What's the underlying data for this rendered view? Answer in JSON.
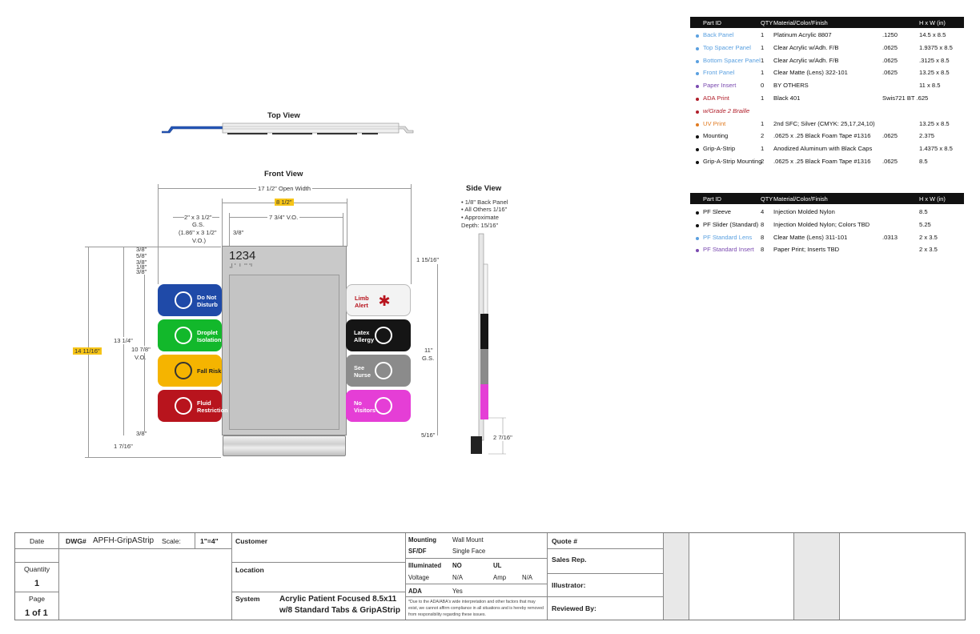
{
  "colors": {
    "blue_tab": "#1f4aa8",
    "green_tab": "#12b82b",
    "yellow_tab": "#f5b400",
    "red_tab": "#b8141d",
    "white_tab": "#f3f3f3",
    "black_tab": "#151515",
    "gray_tab": "#8b8b8b",
    "magenta_tab": "#e53ed6",
    "highlight": "#f6c417",
    "link_blue": "#5aa0e0",
    "link_purple": "#7a4ab0",
    "link_red": "#b01e2a",
    "link_orange": "#e07a20",
    "panel_gray": "#c7c7c7"
  },
  "views": {
    "top_view_title": "Top View",
    "front_view_title": "Front View",
    "side_view_title": "Side View"
  },
  "front_dims": {
    "open_width": "17 1/2\" Open Width",
    "width_8_5": "8 1/2\"",
    "gs_line1": "2\" x 3 1/2\"",
    "gs_line2": "G.S.",
    "gs_line3": "(1.86\" x 3 1/2\"",
    "gs_line4": "V.O.)",
    "vo_width": "7 3/4\" V.O.",
    "three_eighths": "3/8\"",
    "stack_1": "3/8\"",
    "stack_2": "5/8\"",
    "stack_3": "3/8\"",
    "stack_4": "1/8\"",
    "stack_5": "3/8\"",
    "height_13_25": "13 1/4\"",
    "height_10_78": "10 7/8\"",
    "height_vo": "V.O.",
    "height_14_1116": "14 11/16\"",
    "bottom_38": "3/8\"",
    "bottom_1716": "1 7/16\"",
    "right_11516": "1 15/16\"",
    "right_11": "11\"",
    "right_gs": "G.S.",
    "right_516": "5/16\"",
    "room_number": "1234",
    "braille": "⠼⠁⠃⠉⠙"
  },
  "side_notes": [
    "• 1/8\" Back Panel",
    "• All Others 1/16\"",
    "• Approximate",
    "   Depth: 15/16\""
  ],
  "side_dim": "2 7/16\"",
  "tabs_left": [
    {
      "line1": "Do Not",
      "line2": "Disturb",
      "icon": "do-not-disturb-icon"
    },
    {
      "line1": "Droplet",
      "line2": "Isolation",
      "icon": "droplet-icon"
    },
    {
      "line1": "Fall Risk",
      "line2": "",
      "icon": "fall-risk-icon"
    },
    {
      "line1": "Fluid",
      "line2": "Restriction",
      "icon": "no-fluid-icon"
    }
  ],
  "tabs_right": [
    {
      "line1": "Limb",
      "line2": "Alert",
      "icon": "star-of-life-icon"
    },
    {
      "line1": "Latex",
      "line2": "Allergy",
      "icon": "no-latex-icon"
    },
    {
      "line1": "See",
      "line2": "Nurse",
      "icon": "nurse-icon"
    },
    {
      "line1": "No",
      "line2": "Visitors",
      "icon": "no-visitors-icon"
    }
  ],
  "parts_table_1": {
    "headers": [
      "Part ID",
      "QTY",
      "Material/Color/Finish",
      "",
      "H x W (in)"
    ],
    "rows": [
      {
        "id": "Back Panel",
        "qty": "1",
        "material": "Platinum Acrylic 8807",
        "thk": ".1250",
        "size": "14.5 x 8.5",
        "color": "#5aa0e0"
      },
      {
        "id": "Top Spacer Panel",
        "qty": "1",
        "material": "Clear Acrylic w/Adh. F/B",
        "thk": ".0625",
        "size": "1.9375 x 8.5",
        "color": "#5aa0e0"
      },
      {
        "id": "Bottom Spacer Panel",
        "qty": "1",
        "material": "Clear Acrylic w/Adh. F/B",
        "thk": ".0625",
        "size": ".3125 x 8.5",
        "color": "#5aa0e0"
      },
      {
        "id": "Front Panel",
        "qty": "1",
        "material": "Clear Matte (Lens) 322-101",
        "thk": ".0625",
        "size": "13.25 x 8.5",
        "color": "#5aa0e0"
      },
      {
        "id": "Paper Insert",
        "qty": "0",
        "material": "BY OTHERS",
        "thk": "",
        "size": "11 x 8.5",
        "color": "#7a4ab0"
      },
      {
        "id": "ADA Print",
        "qty": "1",
        "material": "Black 401",
        "thk": "Swis721 BT  .625",
        "size": "",
        "color": "#b01e2a"
      },
      {
        "id": "w/Grade 2 Braille",
        "qty": "",
        "material": "",
        "thk": "",
        "size": "",
        "color": "#b01e2a"
      },
      {
        "id": "UV Print",
        "qty": "1",
        "material": "2nd SFC; Silver (CMYK: 25,17,24,10)",
        "thk": "",
        "size": "13.25 x 8.5",
        "color": "#e07a20"
      },
      {
        "id": "Mounting",
        "qty": "2",
        "material": ".0625 x .25 Black Foam Tape #1316",
        "thk": ".0625",
        "size": "2.375",
        "color": "#111111"
      },
      {
        "id": "Grip-A-Strip",
        "qty": "1",
        "material": "Anodized Aluminum with Black Caps",
        "thk": "",
        "size": "1.4375 x 8.5",
        "color": "#111111"
      },
      {
        "id": "Grip-A-Strip Mounting",
        "qty": "2",
        "material": ".0625 x .25 Black Foam Tape #1316",
        "thk": ".0625",
        "size": "8.5",
        "color": "#111111"
      }
    ]
  },
  "parts_table_2": {
    "headers": [
      "Part ID",
      "QTY",
      "Material/Color/Finish",
      "",
      "H x W (in)"
    ],
    "rows": [
      {
        "id": "PF Sleeve",
        "qty": "4",
        "material": "Injection Molded Nylon",
        "thk": "",
        "size": "8.5",
        "color": "#111111"
      },
      {
        "id": "PF Slider (Standard)",
        "qty": "8",
        "material": "Injection Molded Nylon; Colors TBD",
        "thk": "",
        "size": "5.25",
        "color": "#111111"
      },
      {
        "id": "PF Standard Lens",
        "qty": "8",
        "material": "Clear Matte (Lens) 311-101",
        "thk": ".0313",
        "size": "2 x 3.5",
        "color": "#5aa0e0"
      },
      {
        "id": "PF Standard Insert",
        "qty": "8",
        "material": "Paper Print; Inserts TBD",
        "thk": "",
        "size": "2 x 3.5",
        "color": "#7a4ab0"
      }
    ]
  },
  "title_block": {
    "date_label": "Date",
    "quantity_label": "Quantity",
    "quantity_value": "1",
    "page_label": "Page",
    "page_value": "1 of 1",
    "dwg_label": "DWG#",
    "dwg_value": "APFH-GripAStrip",
    "scale_label": "Scale:",
    "scale_value": "1\"=4\"",
    "customer_label": "Customer",
    "location_label": "Location",
    "system_label": "System",
    "system_line1": "Acrylic Patient Focused 8.5x11",
    "system_line2": "w/8 Standard Tabs & GripAStrip",
    "mounting_label": "Mounting",
    "mounting_value": "Wall Mount",
    "sfdf_label": "SF/DF",
    "sfdf_value": "Single Face",
    "illuminated_label": "Illuminated",
    "illuminated_value": "NO",
    "ul_label": "UL",
    "voltage_label": "Voltage",
    "voltage_value": "N/A",
    "amp_label": "Amp",
    "amp_value": "N/A",
    "ada_label": "ADA",
    "ada_value": "Yes",
    "disclaimer_1": "*Due to the ADA/ABA's wide interpretation and other factors that may",
    "disclaimer_2": "exist, we cannot affirm compliance in all situations and is hereby removed",
    "disclaimer_3": "from responsibility regarding these issues.",
    "quote_label": "Quote #",
    "sales_label": "Sales Rep.",
    "illustrator_label": "Illustrator:",
    "reviewed_label": "Reviewed By:"
  }
}
